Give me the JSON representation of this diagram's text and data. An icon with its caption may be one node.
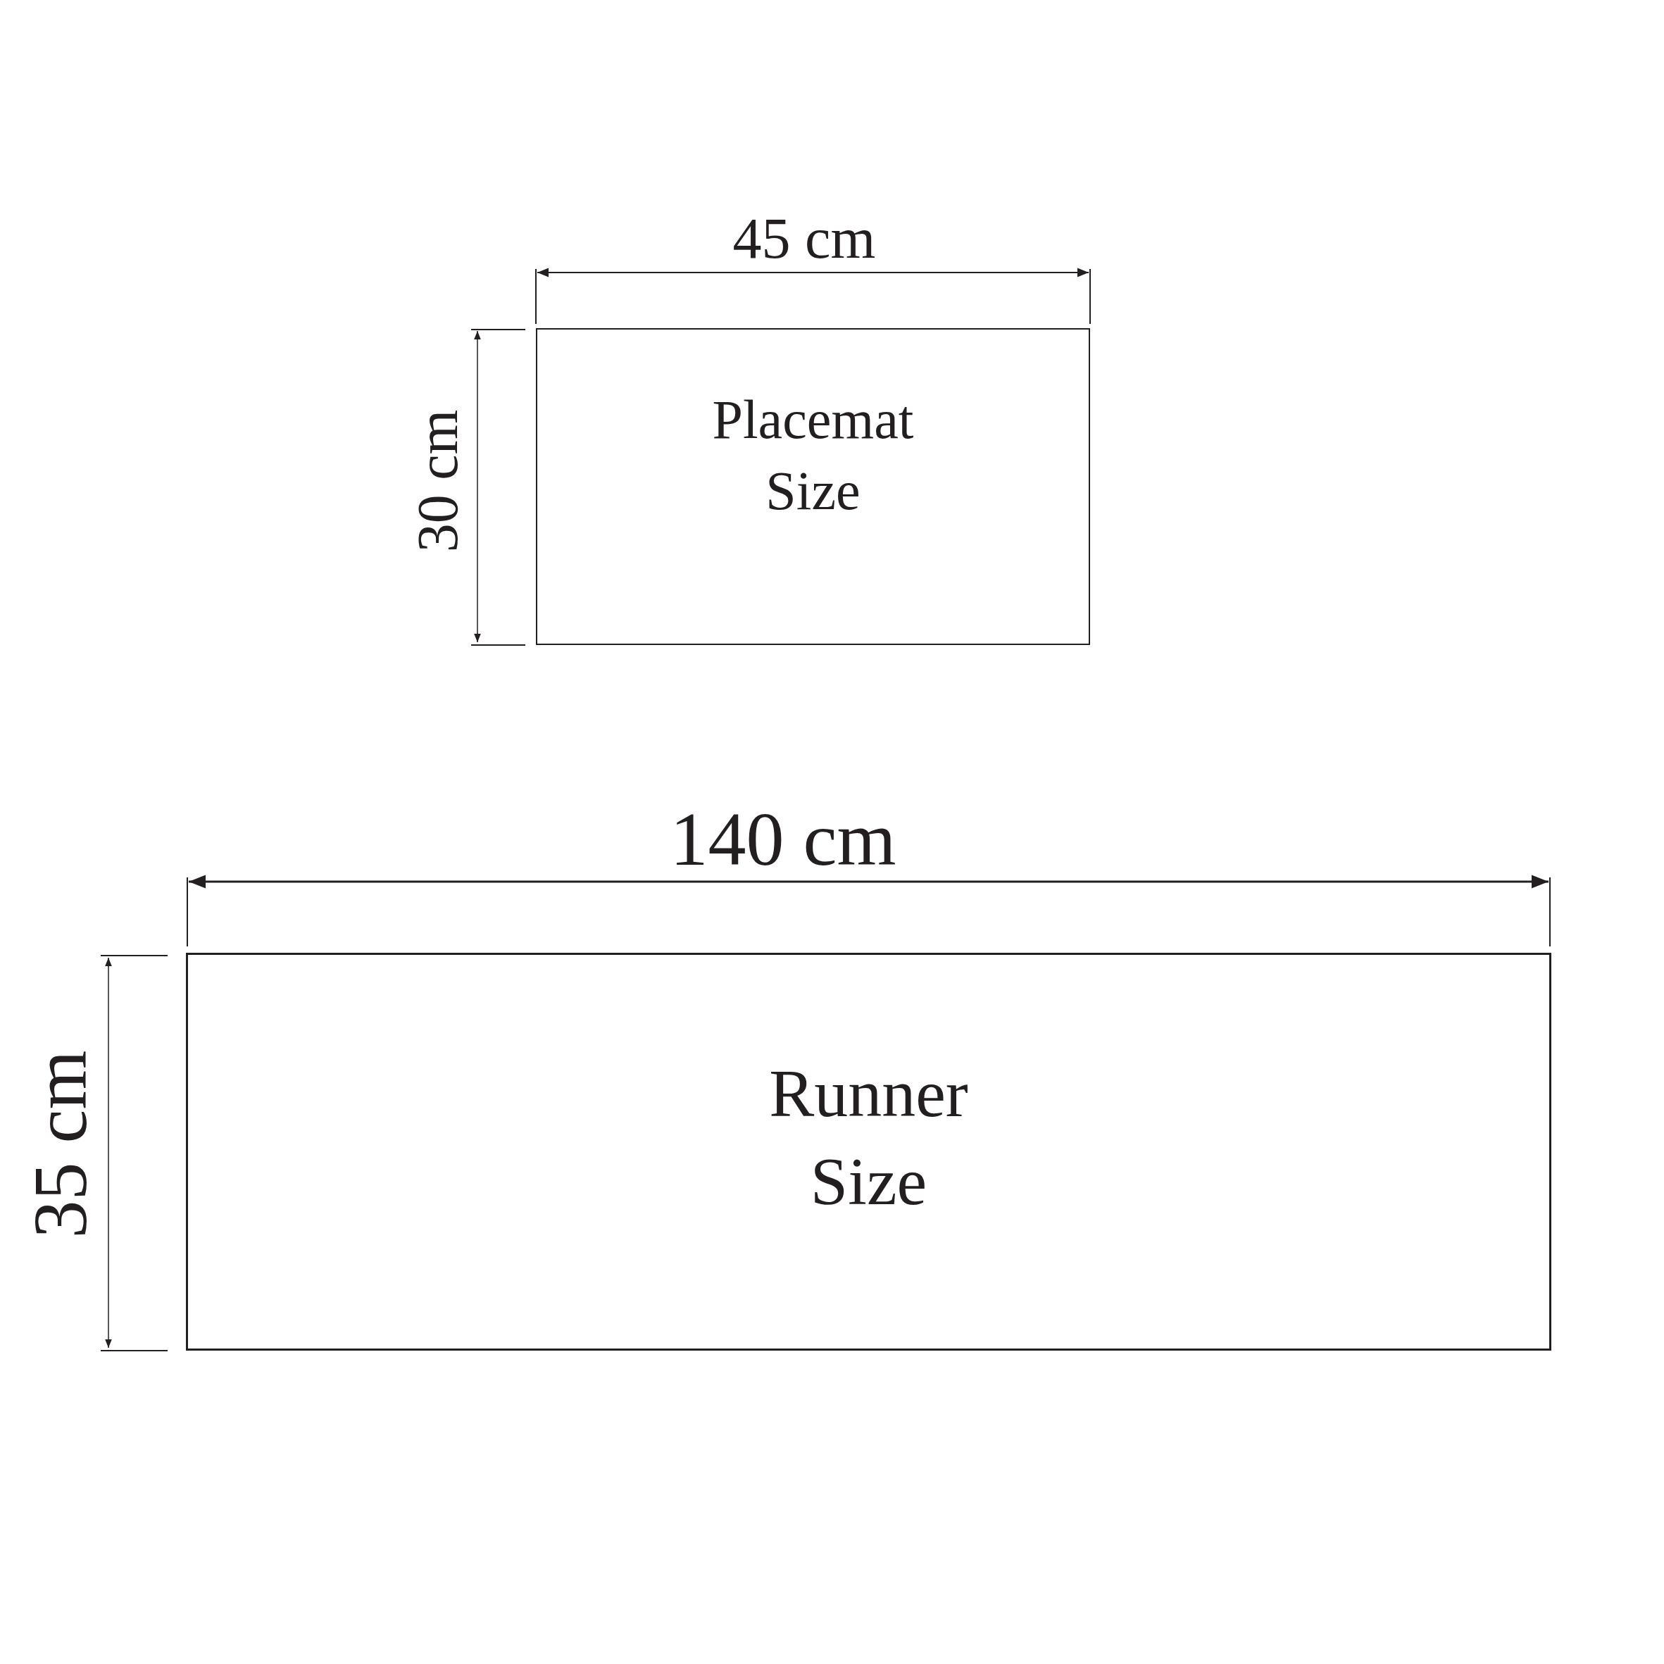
{
  "diagram": {
    "nodes": [
      {
        "text": [
          "Placemat Size"
        ]
      },
      {
        "text": [
          "Runner Size"
        ]
      }
    ],
    "labels": [
      "45 cm",
      "30 cm",
      "140 cm",
      "35 cm"
    ]
  }
}
